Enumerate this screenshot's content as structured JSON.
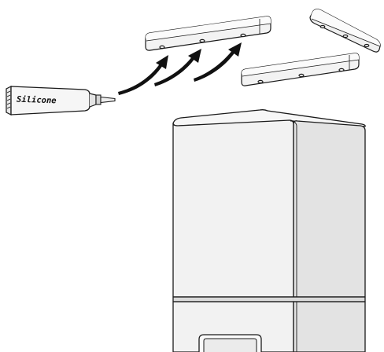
{
  "illustration": {
    "tube_label": "Silicone",
    "colors": {
      "line": "#1a1a1a",
      "panel_fill": "#f1f1f1",
      "panel_light": "#fafafa",
      "panel_shade": "#dcdcdc",
      "arrow": "#111111"
    },
    "parts": {
      "silicone_tube": "silicone-tube",
      "installation_arrows": 3,
      "strips": 3,
      "cabinet_units": 2
    }
  }
}
